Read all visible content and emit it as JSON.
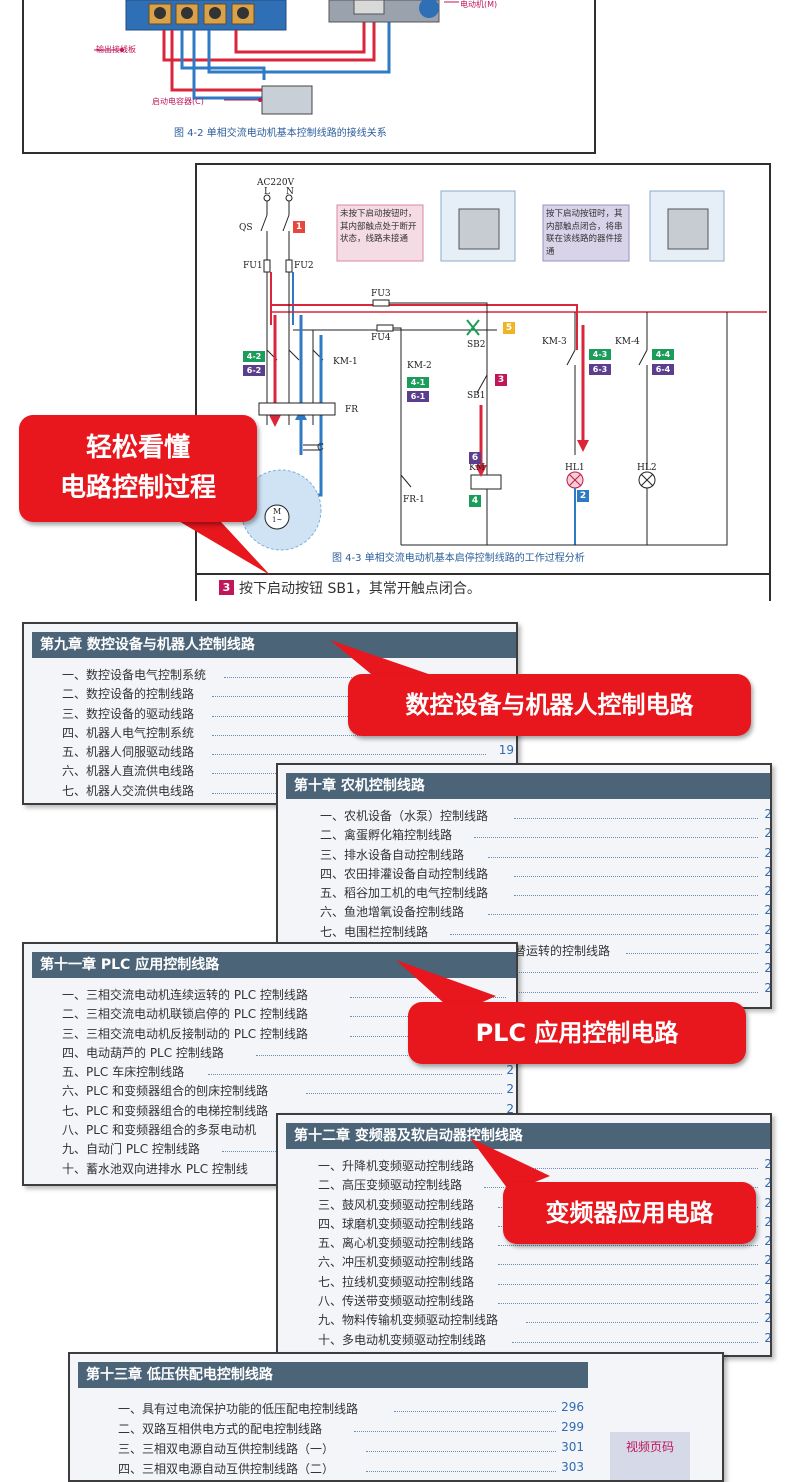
{
  "figure1": {
    "labels": {
      "output_terminal": "输出接线板",
      "motor": "电动机(M)",
      "capacitor": "启动电容器(C)"
    },
    "caption": "图 4-2    单相交流电动机基本控制线路的接线关系"
  },
  "figure2": {
    "labels": {
      "ac": "AC220V",
      "l": "L",
      "n": "N",
      "qs": "QS",
      "fu1": "FU1",
      "fu2": "FU2",
      "fu3": "FU3",
      "fu4": "FU4",
      "km1": "KM-1",
      "km2": "KM-2",
      "km3": "KM-3",
      "km4": "KM-4",
      "fr": "FR",
      "fr1": "FR-1",
      "c": "C",
      "sb1": "SB1",
      "sb2": "SB2",
      "km": "KM",
      "hl1": "HL1",
      "hl2": "HL2",
      "motor_m": "M",
      "motor_1": "1~"
    },
    "note_left": "未按下启动按钮时，其内部触点处于断开状态，线路未接通",
    "note_right": "按下启动按钮时，其内部触点闭合，将串联在该线路的器件接通",
    "caption": "图 4-3    单相交流电动机基本启停控制线路的工作过程分析",
    "step_num": "3",
    "step_text": "按下启动按钮 SB1，其常开触点闭合。",
    "badges": [
      "1",
      "5",
      "3",
      "2",
      "6",
      "4",
      "4-2",
      "6-2",
      "4-1",
      "6-1",
      "4-3",
      "6-3",
      "4-4",
      "6-4"
    ]
  },
  "callouts": {
    "c1_line1": "轻松看懂",
    "c1_line2": "电路控制过程",
    "c2": "数控设备与机器人控制电路",
    "c3": "PLC 应用控制电路",
    "c4": "变频器应用电路"
  },
  "chapters": [
    {
      "title": "第九章    数控设备与机器人控制线路",
      "items": [
        {
          "text": "一、数控设备电气控制系统",
          "page": ""
        },
        {
          "text": "二、数控设备的控制线路",
          "page": ""
        },
        {
          "text": "三、数控设备的驱动线路",
          "page": ""
        },
        {
          "text": "四、机器人电气控制系统",
          "page": ""
        },
        {
          "text": "五、机器人伺服驱动线路",
          "page": "19"
        },
        {
          "text": "六、机器人直流供电线路",
          "page": ""
        },
        {
          "text": "七、机器人交流供电线路",
          "page": ""
        }
      ]
    },
    {
      "title": "第十章    农机控制线路",
      "items": [
        {
          "text": "一、农机设备（水泵）控制线路",
          "page": "2"
        },
        {
          "text": "二、禽蛋孵化箱控制线路",
          "page": "2"
        },
        {
          "text": "三、排水设备自动控制线路",
          "page": "2"
        },
        {
          "text": "四、农田排灌设备自动控制线路",
          "page": "2"
        },
        {
          "text": "五、稻谷加工机的电气控制线路",
          "page": "2"
        },
        {
          "text": "六、鱼池增氧设备控制线路",
          "page": "2"
        },
        {
          "text": "七、电围栏控制线路",
          "page": "2"
        },
        {
          "text": "替运转的控制线路",
          "page": "2"
        },
        {
          "text": "",
          "page": "2"
        },
        {
          "text": "",
          "page": "2"
        }
      ]
    },
    {
      "title": "第十一章    PLC 应用控制线路",
      "items": [
        {
          "text": "一、三相交流电动机连续运转的 PLC 控制线路",
          "page": ""
        },
        {
          "text": "二、三相交流电动机联锁启停的 PLC 控制线路",
          "page": ""
        },
        {
          "text": "三、三相交流电动机反接制动的 PLC 控制线路",
          "page": ""
        },
        {
          "text": "四、电动葫芦的 PLC 控制线路",
          "page": ""
        },
        {
          "text": "五、PLC 车床控制线路",
          "page": "2"
        },
        {
          "text": "六、PLC 和变频器组合的刨床控制线路",
          "page": "2"
        },
        {
          "text": "七、PLC 和变频器组合的电梯控制线路",
          "page": "2"
        },
        {
          "text": "八、PLC 和变频器组合的多泵电动机",
          "page": ""
        },
        {
          "text": "九、自动门 PLC 控制线路",
          "page": ""
        },
        {
          "text": "十、蓄水池双向进排水 PLC 控制线",
          "page": ""
        }
      ]
    },
    {
      "title": "第十二章    变频器及软启动器控制线路",
      "items": [
        {
          "text": "一、升降机变频驱动控制线路",
          "page": "2"
        },
        {
          "text": "二、高压变频驱动控制线路",
          "page": "2"
        },
        {
          "text": "三、鼓风机变频驱动控制线路",
          "page": "2"
        },
        {
          "text": "四、球磨机变频驱动控制线路",
          "page": "2"
        },
        {
          "text": "五、离心机变频驱动控制线路",
          "page": "2"
        },
        {
          "text": "六、冲压机变频驱动控制线路",
          "page": "2"
        },
        {
          "text": "七、拉线机变频驱动控制线路",
          "page": "2"
        },
        {
          "text": "八、传送带变频驱动控制线路",
          "page": "2"
        },
        {
          "text": "九、物料传输机变频驱动控制线路",
          "page": "2"
        },
        {
          "text": "十、多电动机变频驱动控制线路",
          "page": "2"
        }
      ]
    },
    {
      "title": "第十三章    低压供配电控制线路",
      "items": [
        {
          "text": "一、具有过电流保护功能的低压配电控制线路",
          "page": "296"
        },
        {
          "text": "二、双路互相供电方式的配电控制线路",
          "page": "299"
        },
        {
          "text": "三、三相双电源自动互供控制线路（一）",
          "page": "301"
        },
        {
          "text": "四、三相双电源自动互供控制线路（二）",
          "page": "303"
        }
      ]
    }
  ],
  "video_tab": "视频页码",
  "colors": {
    "callout_red": "#e8161d",
    "header_blue": "#4c6478",
    "page_blue": "#2f6bb0",
    "wire_red": "#d9263a",
    "wire_blue": "#2e7ac3"
  }
}
